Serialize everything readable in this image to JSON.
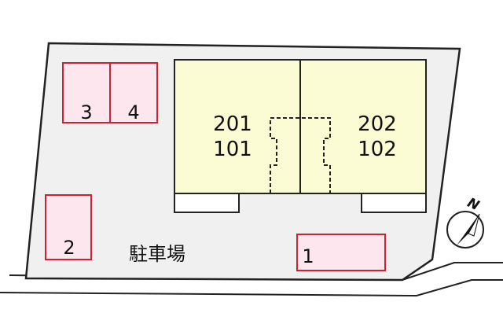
{
  "site": {
    "lot_color": "#f0f0f0",
    "building_color": "#fbfcd4",
    "parking_fill": "#fde6ee",
    "parking_stroke": "#cc2233",
    "parking_area_label": "駐車場"
  },
  "building": {
    "units": [
      {
        "upper": "201",
        "lower": "101"
      },
      {
        "upper": "202",
        "lower": "102"
      }
    ]
  },
  "parking_spaces": [
    "1",
    "2",
    "3",
    "4"
  ],
  "compass": {
    "label": "N",
    "icon": "north-arrow-icon"
  }
}
